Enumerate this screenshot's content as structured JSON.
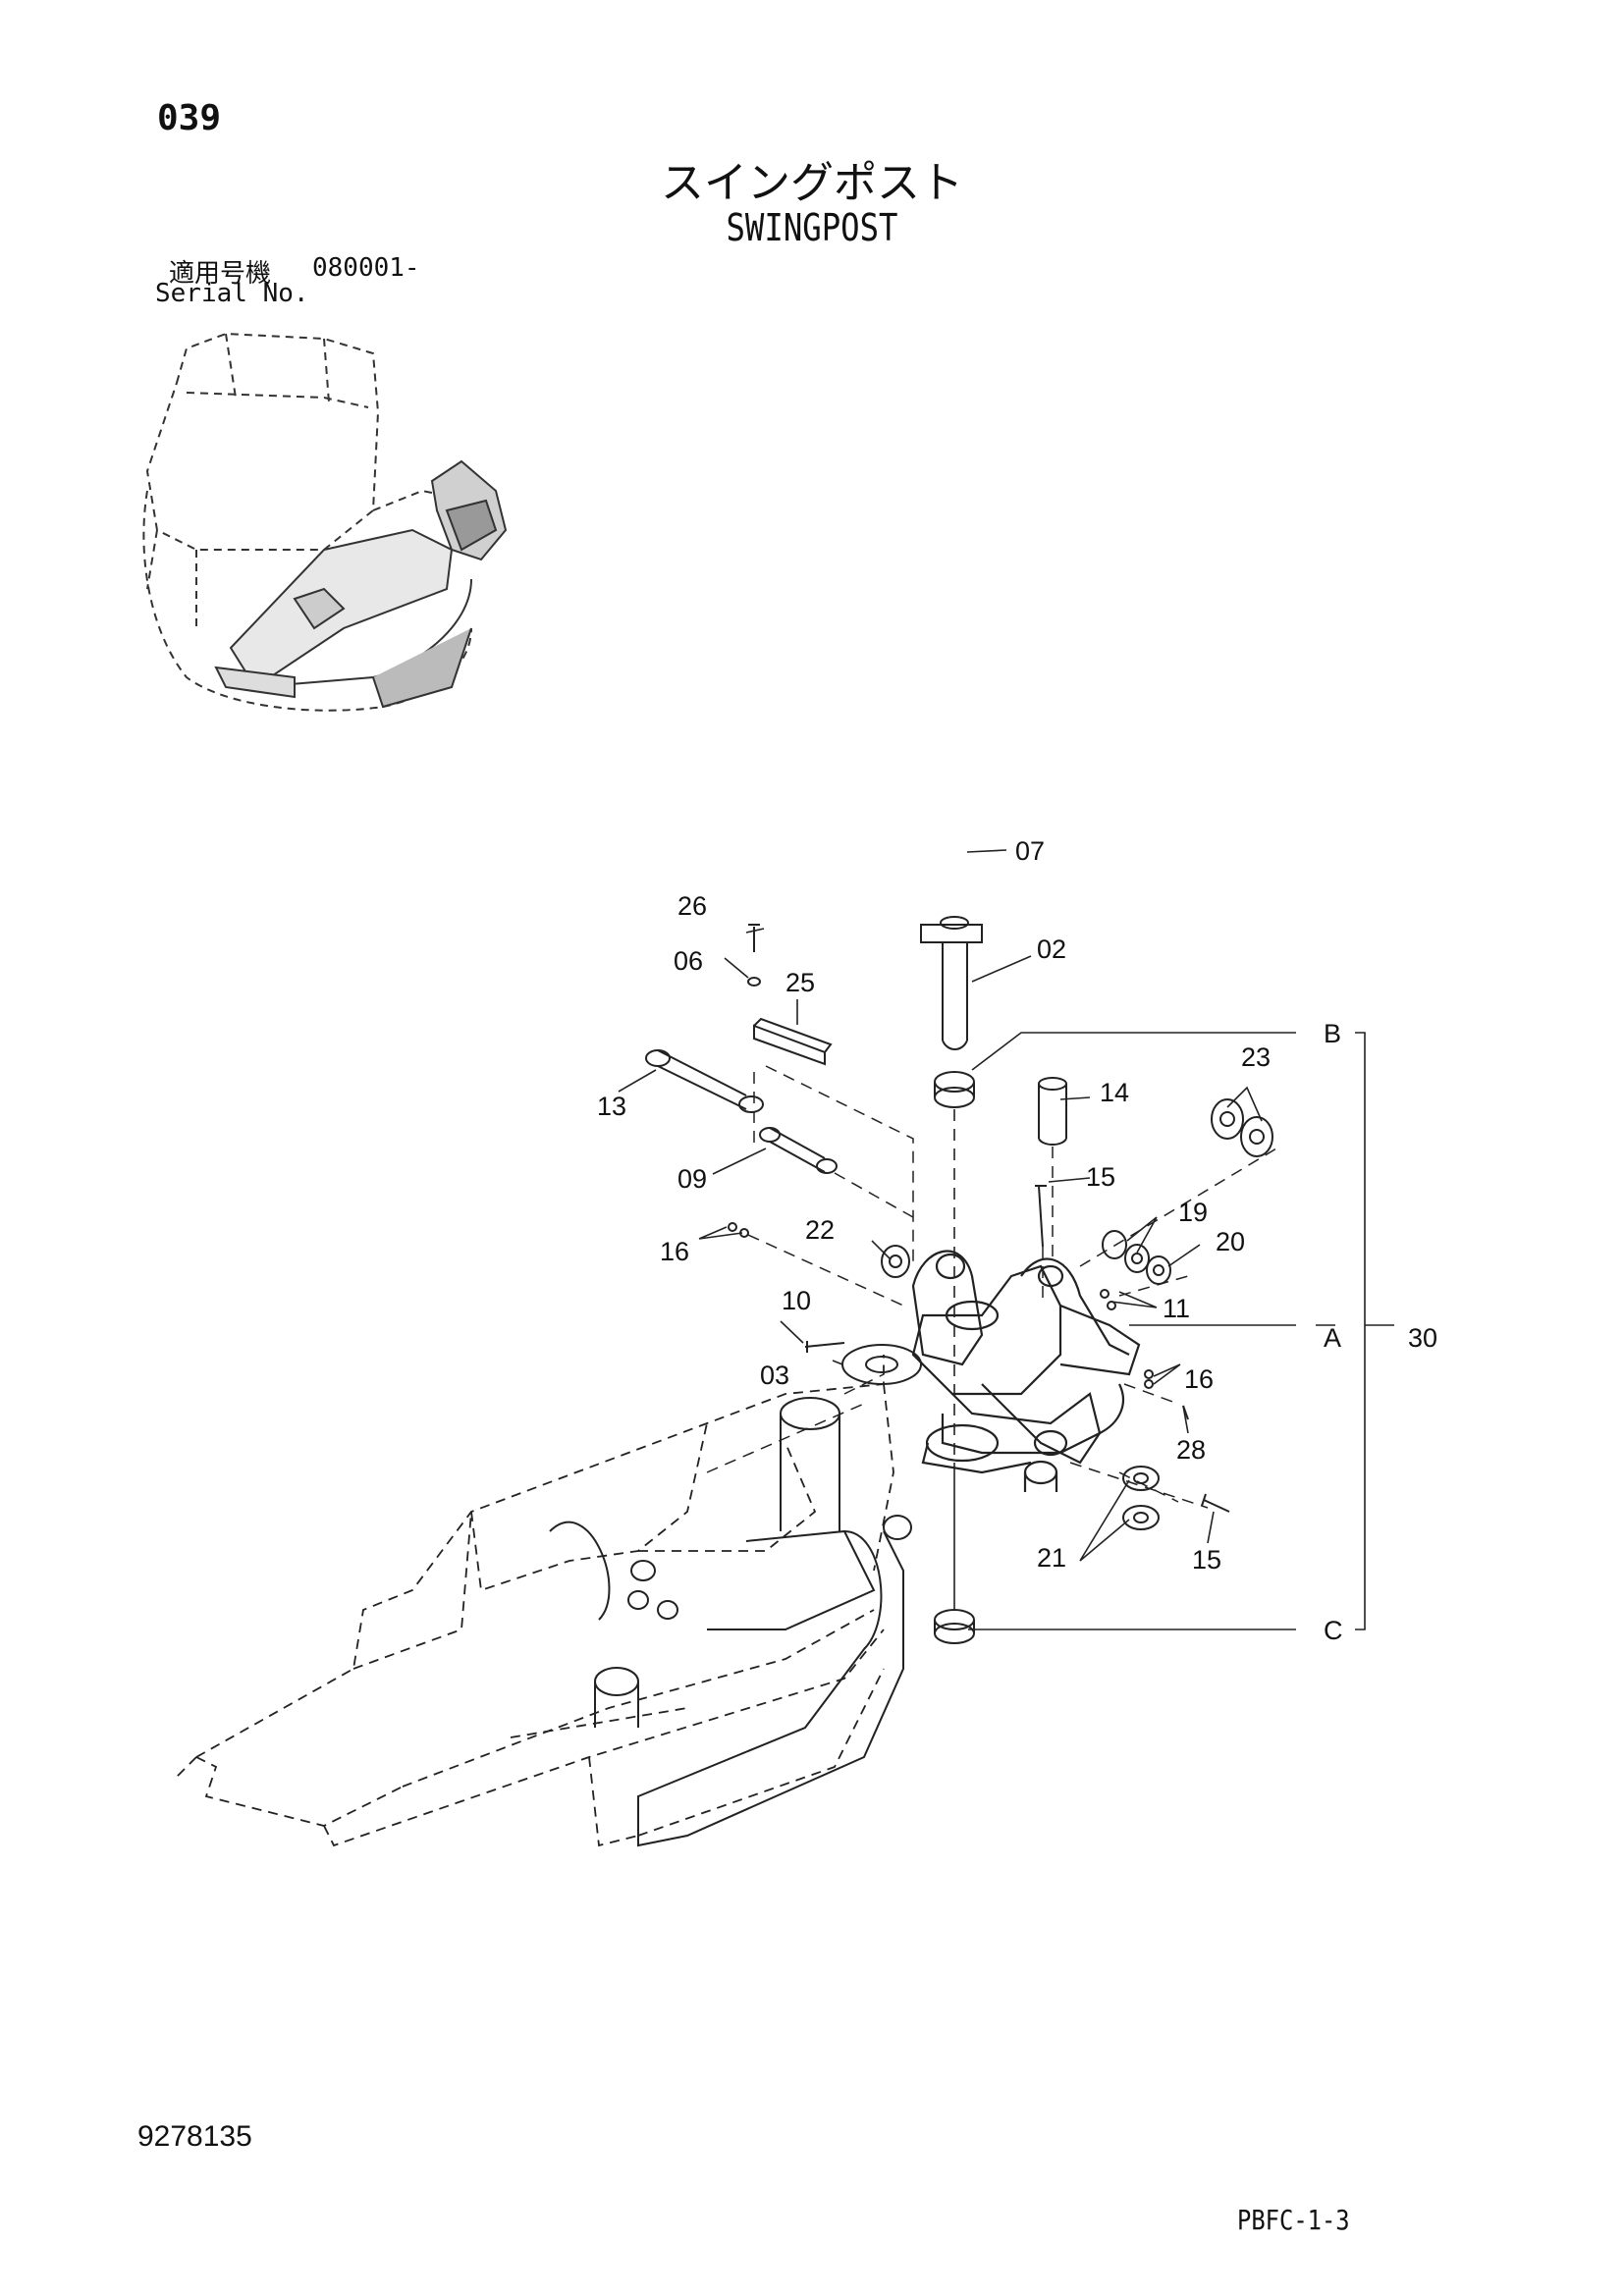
{
  "page_number": "039",
  "title_jp": "スイングポスト",
  "title_en": "SWINGPOST",
  "serial": {
    "label_jp": "適用号機",
    "value": "080001-",
    "label_en": "Serial No."
  },
  "callouts": [
    "07",
    "26",
    "02",
    "06",
    "25",
    "B",
    "23",
    "13",
    "14",
    "09",
    "15",
    "19",
    "22",
    "16",
    "20",
    "11",
    "10",
    "A",
    "30",
    "03",
    "16",
    "28",
    "21",
    "15",
    "C"
  ],
  "document_number": "9278135",
  "page_code": "PBFC-1-3"
}
